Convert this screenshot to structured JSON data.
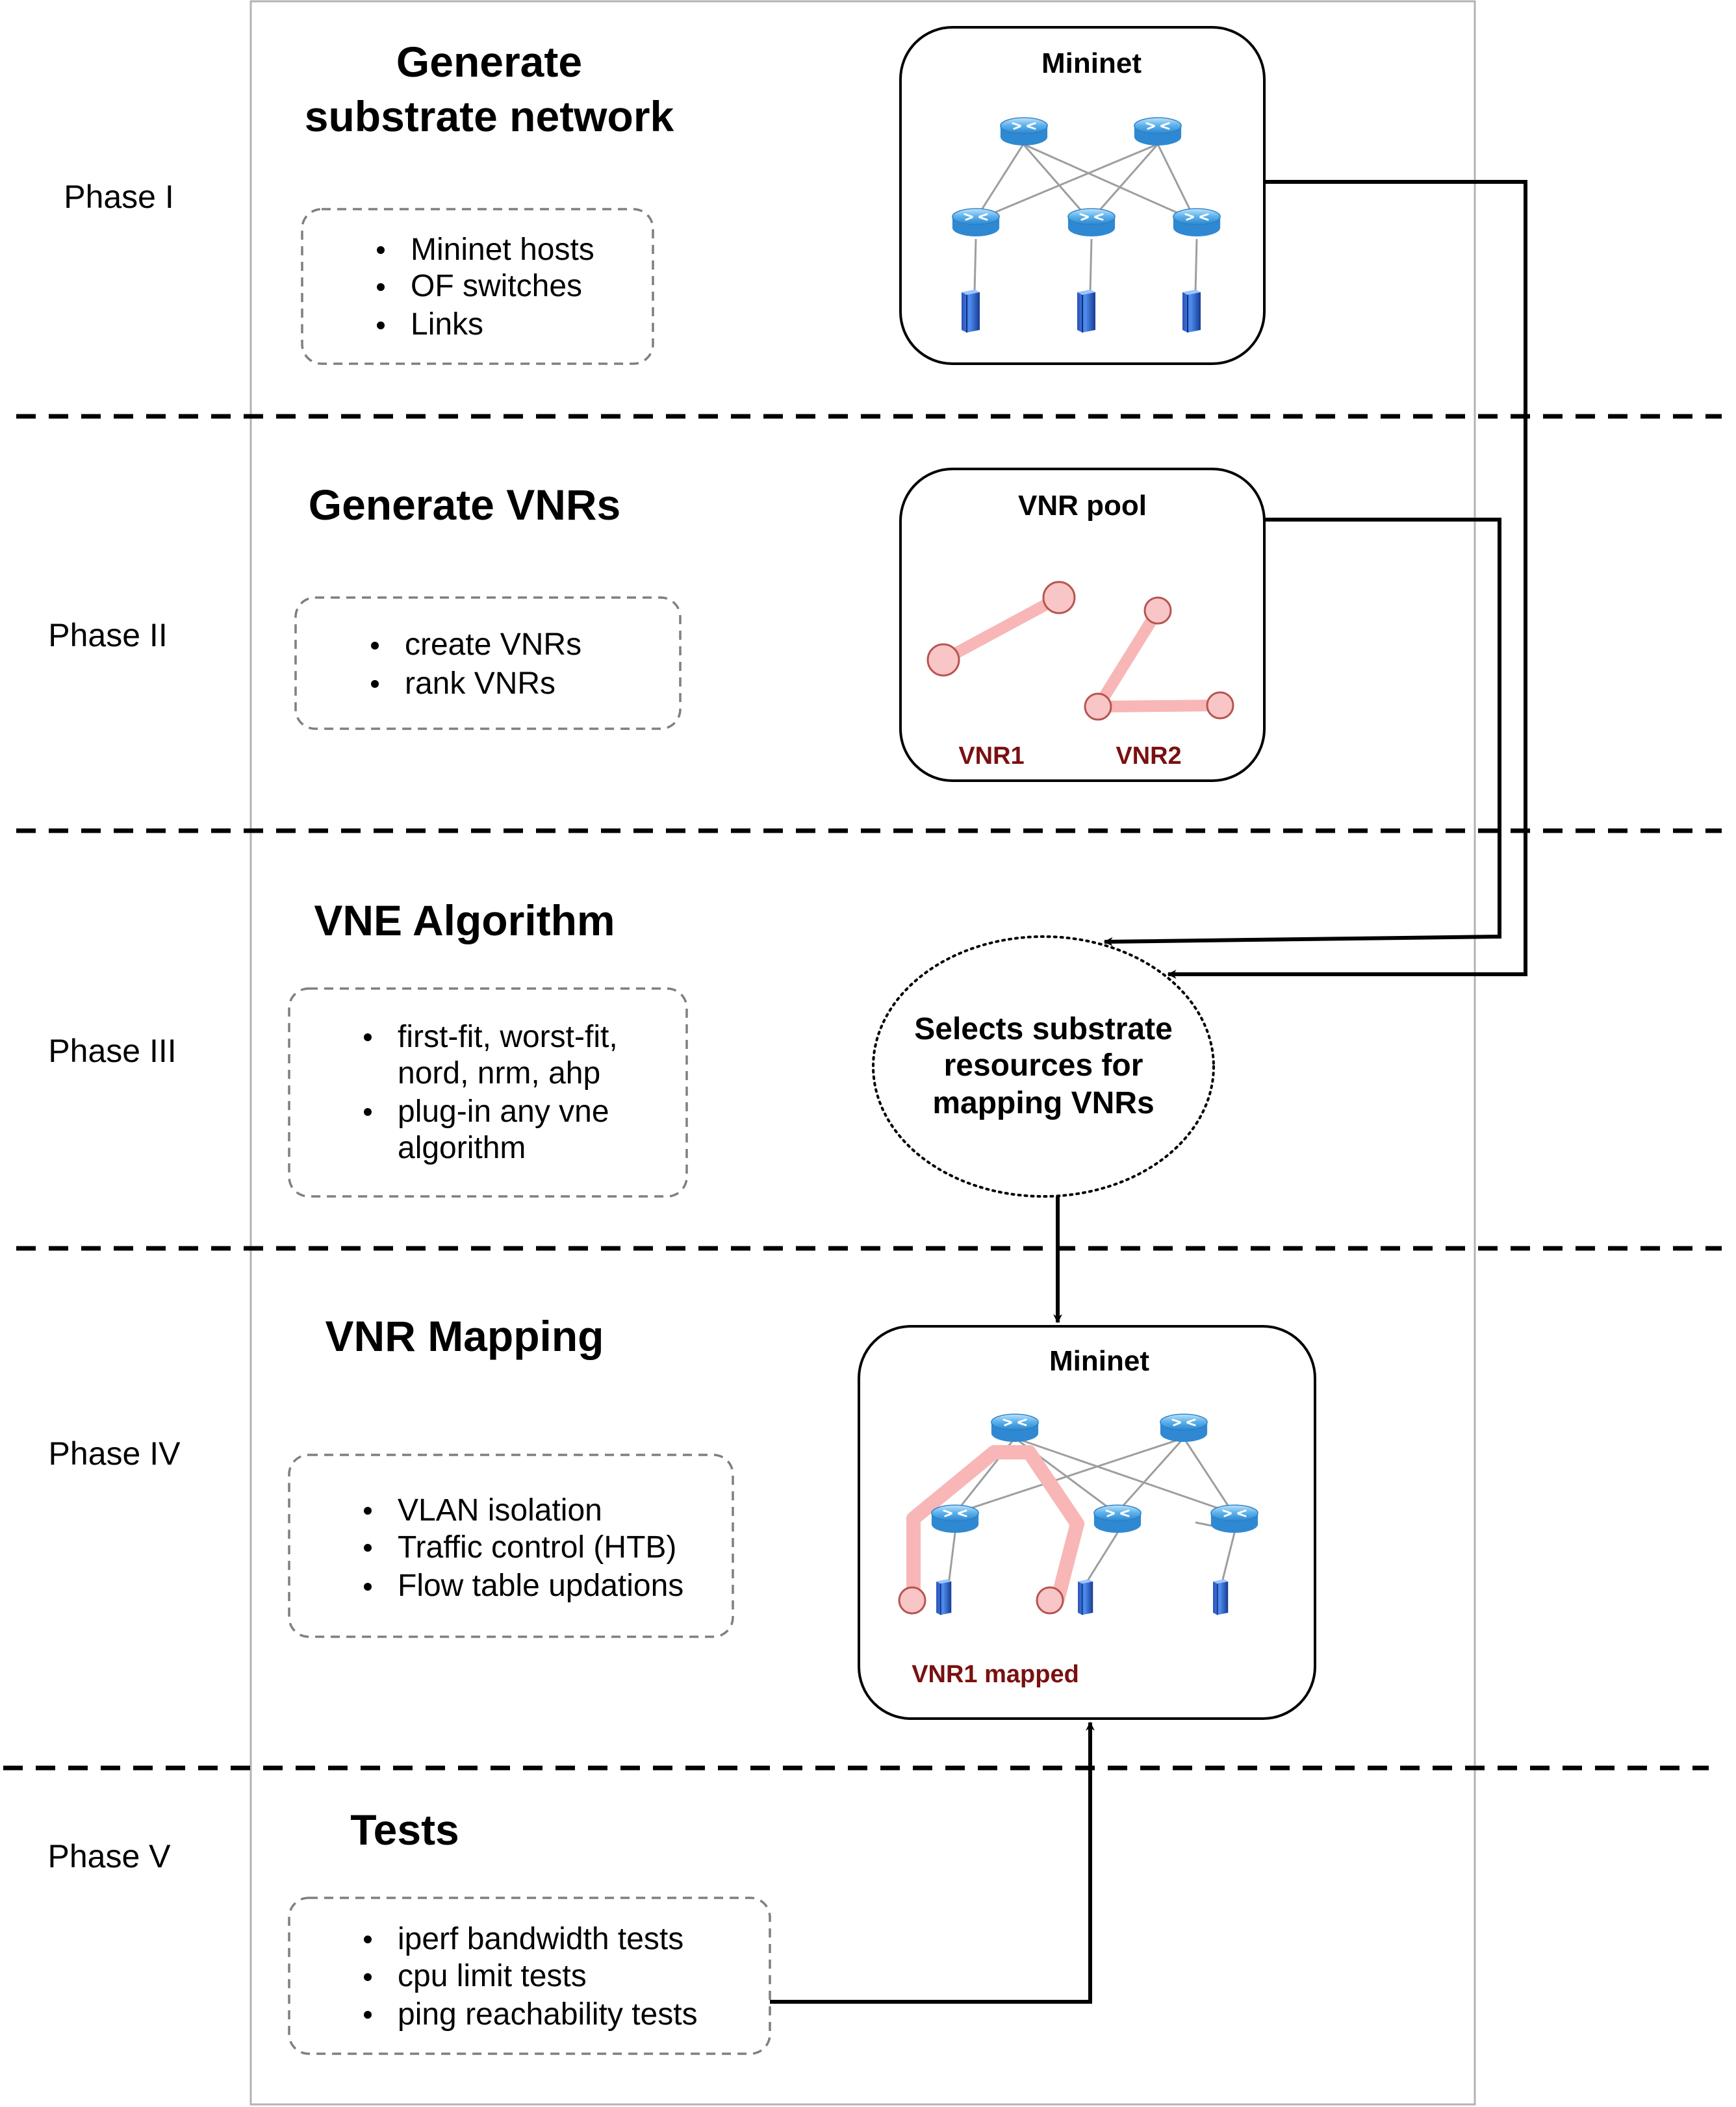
{
  "phases": [
    {
      "label": "Phase I",
      "title_lines": [
        "Generate",
        "substrate network"
      ],
      "items": [
        "Mininet hosts",
        "OF switches",
        "Links"
      ]
    },
    {
      "label": "Phase II",
      "title_lines": [
        "Generate VNRs"
      ],
      "items": [
        "create VNRs",
        "rank VNRs"
      ]
    },
    {
      "label": "Phase III",
      "title_lines": [
        "VNE Algorithm"
      ],
      "items": [
        "first-fit, worst-fit,",
        "nord, nrm, ahp",
        "plug-in any vne",
        "algorithm"
      ]
    },
    {
      "label": "Phase IV",
      "title_lines": [
        "VNR Mapping"
      ],
      "items": [
        "VLAN isolation",
        "Traffic control (HTB)",
        "Flow table updations"
      ]
    },
    {
      "label": "Phase V",
      "title_lines": [
        "Tests"
      ],
      "items": [
        "iperf bandwidth tests",
        "cpu limit tests",
        "ping reachability tests"
      ]
    }
  ],
  "boxes": {
    "mininet_top": {
      "label": "Mininet"
    },
    "vnr_pool": {
      "label": "VNR pool",
      "vnr1": "VNR1",
      "vnr2": "VNR2"
    },
    "mininet_mapped": {
      "label": "Mininet",
      "caption": "VNR1 mapped"
    }
  },
  "algorithm_node": {
    "lines": [
      "Selects substrate",
      "resources for",
      "mapping VNRs"
    ]
  },
  "colors": {
    "vnr_link": "#f8b6b6",
    "vnr_node_fill": "#f8c6c6",
    "vnr_node_stroke": "#b85450",
    "vnr_text": "#7a1010",
    "router": "#3d9ee0",
    "server": "#1f5fd0"
  }
}
